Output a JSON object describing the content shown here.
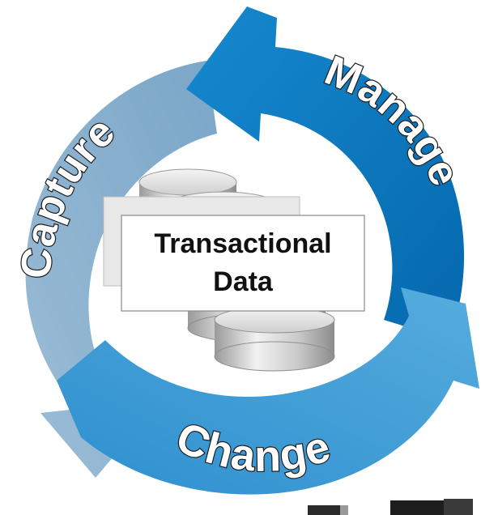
{
  "diagram": {
    "center": {
      "line1": "Transactional",
      "line2": "Data"
    },
    "stages": {
      "capture": "Capture",
      "manage": "Manage",
      "change": "Change"
    },
    "colors": {
      "capture_arrow": "#8fb3cf",
      "manage_arrow": "#0b7cc4",
      "change_arrow": "#3f9fd6",
      "database": "#c8c8c8"
    }
  }
}
